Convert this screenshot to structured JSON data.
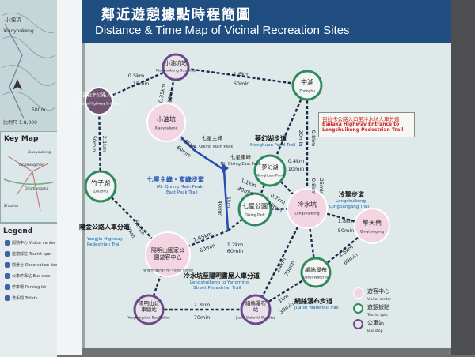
{
  "title": {
    "zh": "鄰近遊憩據點時程簡圖",
    "en": "Distance & Time Map of Vicinal Recreation Sites"
  },
  "sidebar": {
    "keymap_title": "Key Map",
    "legend_title": "Legend",
    "scale_text": "比例尺 1:8,000",
    "scale_bar": "500m",
    "legend_items": [
      {
        "zh": "服務中心",
        "en": "Visitor center"
      },
      {
        "zh": "遊憩據點",
        "en": "Tourist spot"
      },
      {
        "zh": "觀景台",
        "en": "Observation deck"
      },
      {
        "zh": "公車停靠站",
        "en": "Bus stop"
      },
      {
        "zh": "停車場",
        "en": "Parking lot"
      },
      {
        "zh": "洗手間",
        "en": "Toilets"
      }
    ],
    "keymap_labels": [
      "Yangmingshan",
      "Qingtiangang",
      "Zhuzihu",
      "Xiaoyoukeng"
    ],
    "topo_labels": [
      "小油坑",
      "Xiaoyoukeng"
    ]
  },
  "sign": {
    "zh": "百拉卡公路入口至冷水坑人車分道",
    "en": "Bailaka Highway Entrance to Lengshuikeng Pedestrian Trail"
  },
  "nodes": [
    {
      "id": "bailaka",
      "zh": "百拉卡公路入口",
      "en": "Bailaka Highway Entrance",
      "kind": "bus"
    },
    {
      "id": "xiaoyou_bus",
      "zh": "小油坑站",
      "en": "Xiaoyoukeng Bus Stop",
      "kind": "bus"
    },
    {
      "id": "zhonghu",
      "zh": "中湖",
      "en": "Zhonghu",
      "kind": "spot"
    },
    {
      "id": "xiaoyoukeng",
      "zh": "小油坑",
      "en": "Xiaoyoukeng",
      "kind": "center"
    },
    {
      "id": "qixing_main",
      "zh": "七星主峰",
      "en": "Mt. Qixing Main Peak",
      "kind": "label"
    },
    {
      "id": "qixing_east",
      "zh": "七星東峰",
      "en": "Mt. Qixing East Peak",
      "kind": "label"
    },
    {
      "id": "menghuan",
      "zh": "夢幻湖",
      "en": "Menghuan Pond",
      "kind": "spot"
    },
    {
      "id": "zhuzihu",
      "zh": "竹子湖",
      "en": "Zhuzihu",
      "kind": "spot"
    },
    {
      "id": "qixing_park",
      "zh": "七星公園",
      "en": "Qixing Park",
      "kind": "spot"
    },
    {
      "id": "lengshuikeng",
      "zh": "冷水坑",
      "en": "Lengshuikeng",
      "kind": "center"
    },
    {
      "id": "qingtiangang",
      "zh": "擎天崗",
      "en": "Qingtiangang",
      "kind": "center"
    },
    {
      "id": "yms_center",
      "zh": "陽明山國家公園遊客中心",
      "en": "Yangmingshan NP Visitor Center",
      "kind": "center"
    },
    {
      "id": "juansi",
      "zh": "絹絲瀑布",
      "en": "Juansi Waterfall",
      "kind": "spot"
    },
    {
      "id": "yms_bus",
      "zh": "陽明山公車總站",
      "en": "Yangmingshan Bus Station",
      "kind": "bus"
    },
    {
      "id": "juansi_bus",
      "zh": "絹絲瀑布站",
      "en": "Juansi Waterfall Bus Stop",
      "kind": "bus"
    }
  ],
  "edges": [
    {
      "dist": "0.5km",
      "time": "15min"
    },
    {
      "dist": "1.6km",
      "time": "60min"
    },
    {
      "dist": "0.35km",
      "time": "10min"
    },
    {
      "dist": "2.1km",
      "time": "50min"
    },
    {
      "dist": "1.65km",
      "time": "60min"
    },
    {
      "dist": "0.4km",
      "time": "10min"
    },
    {
      "dist": "0.8km",
      "time": "20min"
    },
    {
      "dist": "0.8km",
      "time": "25min"
    },
    {
      "dist": "1.1km",
      "time": "40min"
    },
    {
      "dist": "0.7km",
      "time": "30min"
    },
    {
      "dist": "1.8km",
      "time": "50min"
    },
    {
      "dist": "1.65km",
      "time": "60min"
    },
    {
      "dist": "1.2km",
      "time": "60min"
    },
    {
      "dist": "1km",
      "time": "40min"
    },
    {
      "dist": "1.7km",
      "time": "50min"
    },
    {
      "dist": "2.4km",
      "time": "70min"
    },
    {
      "dist": "1.6km",
      "time": "60min"
    },
    {
      "dist": "1km",
      "time": "30min"
    },
    {
      "dist": "2.3km",
      "time": "70min"
    }
  ],
  "trails": {
    "qixing": {
      "zh": "七星主峰・東峰步道",
      "en1": "Mt. Qixing Main Peak-",
      "en2": "East Peak Trail"
    },
    "menghuan": {
      "zh": "夢幻湖步道",
      "en": "Menghuan Pond Trail"
    },
    "lengqing": {
      "zh": "冷擎步道",
      "en1": "Lengshuikeng-",
      "en2": "Qingtiangang Trail"
    },
    "yms_ped": {
      "zh": "陽金公路人車分道",
      "en1": "Yangjin Highway",
      "en2": "Pedestrian Trail"
    },
    "lengyang": {
      "zh": "冷水坑至陽明書屋人車分道",
      "en1": "Lengshuikeng to Yangming",
      "en2": "Street Pedestrian Trail"
    },
    "juansi": {
      "zh": "絹絲瀑布步道",
      "en": "Juansi Waterfall Trail"
    }
  },
  "map_legend": [
    {
      "zh": "遊客中心",
      "en": "Visitor center",
      "color": "#f4d6e2"
    },
    {
      "zh": "遊憩據點",
      "en": "Tourist spot",
      "color": "#2f8a5e"
    },
    {
      "zh": "公車站",
      "en": "Bus stop",
      "color": "#6a4a8a"
    }
  ]
}
